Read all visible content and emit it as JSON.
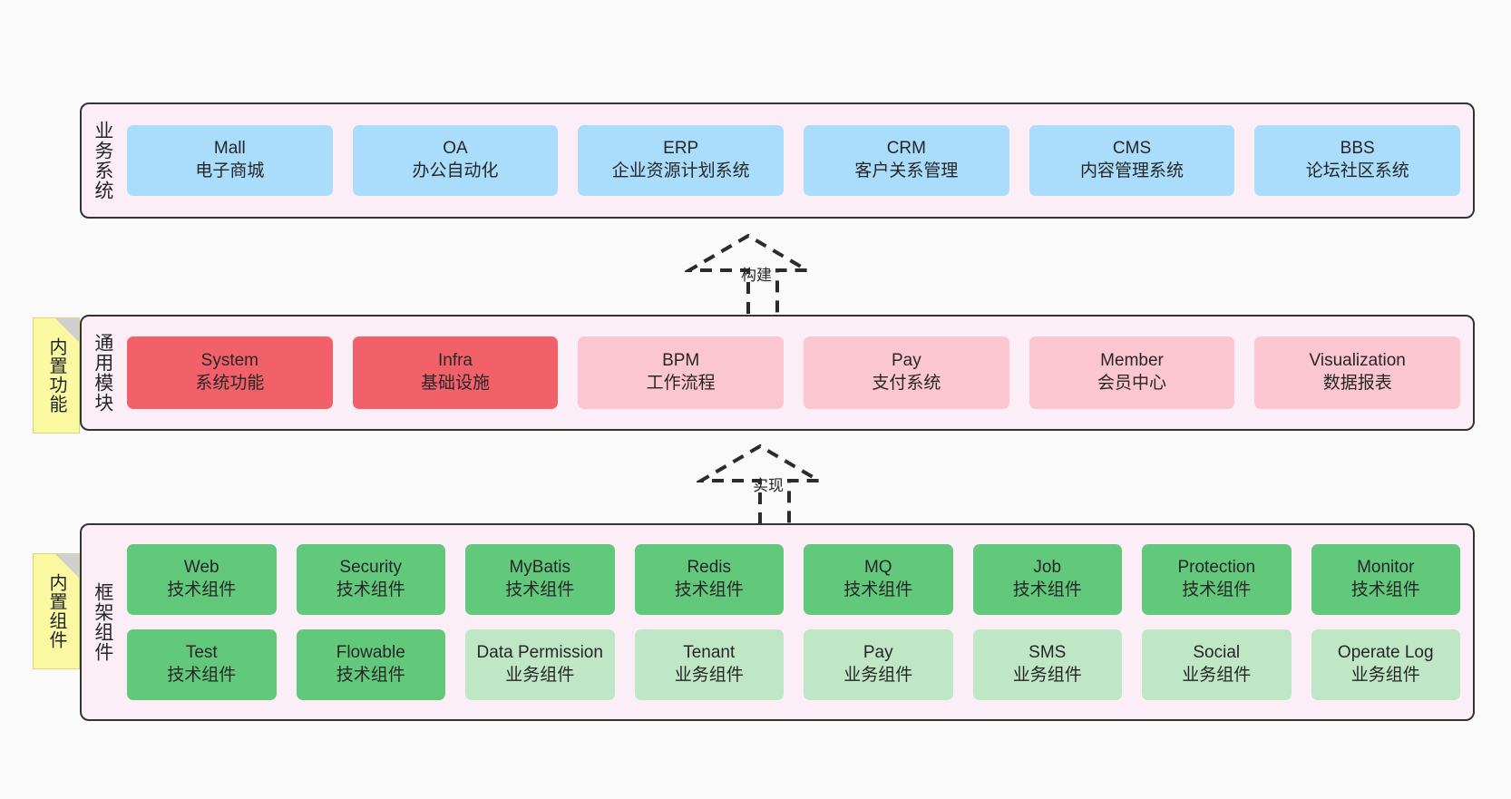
{
  "diagram": {
    "background": "#fafafa",
    "layer_fill": "#fbeef6",
    "layer_border": "#333333",
    "colors": {
      "business": "#aadcfb",
      "module_core": "#f2606a",
      "module_optional": "#fbc6d0",
      "tech_component": "#62c97c",
      "biz_component": "#bfe7c6",
      "note": "#faf8a0"
    }
  },
  "layers": [
    {
      "id": "business-systems",
      "title": "业务系统",
      "rows": [
        [
          {
            "name": "Mall",
            "desc": "电子商城",
            "color": "blue"
          },
          {
            "name": "OA",
            "desc": "办公自动化",
            "color": "blue"
          },
          {
            "name": "ERP",
            "desc": "企业资源计划系统",
            "color": "blue"
          },
          {
            "name": "CRM",
            "desc": "客户关系管理",
            "color": "blue"
          },
          {
            "name": "CMS",
            "desc": "内容管理系统",
            "color": "blue"
          },
          {
            "name": "BBS",
            "desc": "论坛社区系统",
            "color": "blue"
          }
        ]
      ]
    },
    {
      "id": "common-modules",
      "title": "通用模块",
      "note": "内置功能",
      "rows": [
        [
          {
            "name": "System",
            "desc": "系统功能",
            "color": "red"
          },
          {
            "name": "Infra",
            "desc": "基础设施",
            "color": "red"
          },
          {
            "name": "BPM",
            "desc": "工作流程",
            "color": "pink"
          },
          {
            "name": "Pay",
            "desc": "支付系统",
            "color": "pink"
          },
          {
            "name": "Member",
            "desc": "会员中心",
            "color": "pink"
          },
          {
            "name": "Visualization",
            "desc": "数据报表",
            "color": "pink"
          }
        ]
      ]
    },
    {
      "id": "framework-components",
      "title": "框架组件",
      "note": "内置组件",
      "rows": [
        [
          {
            "name": "Web",
            "desc": "技术组件",
            "color": "green"
          },
          {
            "name": "Security",
            "desc": "技术组件",
            "color": "green"
          },
          {
            "name": "MyBatis",
            "desc": "技术组件",
            "color": "green"
          },
          {
            "name": "Redis",
            "desc": "技术组件",
            "color": "green"
          },
          {
            "name": "MQ",
            "desc": "技术组件",
            "color": "green"
          },
          {
            "name": "Job",
            "desc": "技术组件",
            "color": "green"
          },
          {
            "name": "Protection",
            "desc": "技术组件",
            "color": "green"
          },
          {
            "name": "Monitor",
            "desc": "技术组件",
            "color": "green"
          }
        ],
        [
          {
            "name": "Test",
            "desc": "技术组件",
            "color": "green"
          },
          {
            "name": "Flowable",
            "desc": "技术组件",
            "color": "green"
          },
          {
            "name": "Data Permission",
            "desc": "业务组件",
            "color": "greenlight",
            "wrap": true
          },
          {
            "name": "Tenant",
            "desc": "业务组件",
            "color": "greenlight"
          },
          {
            "name": "Pay",
            "desc": "业务组件",
            "color": "greenlight"
          },
          {
            "name": "SMS",
            "desc": "业务组件",
            "color": "greenlight"
          },
          {
            "name": "Social",
            "desc": "业务组件",
            "color": "greenlight"
          },
          {
            "name": "Operate Log",
            "desc": "业务组件",
            "color": "greenlight"
          }
        ]
      ]
    }
  ],
  "connectors": [
    {
      "id": "build",
      "label": "构建"
    },
    {
      "id": "implement",
      "label": "实现"
    }
  ]
}
